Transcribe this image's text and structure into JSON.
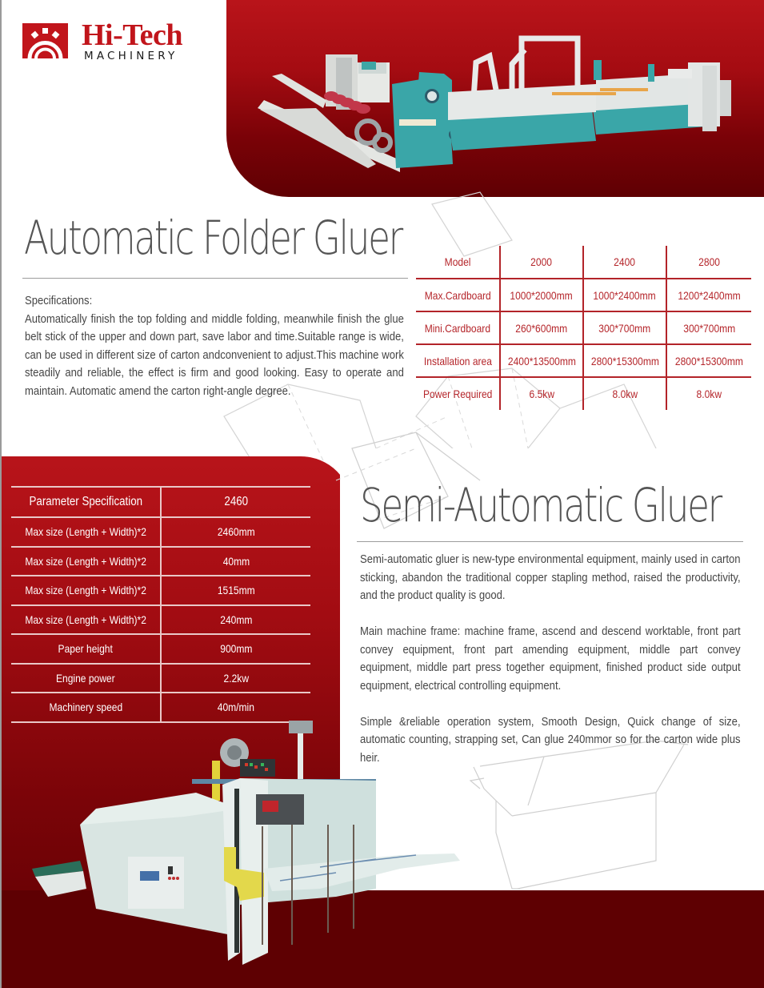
{
  "brand": {
    "name": "Hi-Tech",
    "tagline": "MACHINERY",
    "accent_color": "#c1151b",
    "dark_color": "#5e0002"
  },
  "automatic": {
    "title": "Automatic Folder Gluer",
    "specs_heading": "Specifications:",
    "specs_body": "Automatically finish the top folding and middle folding, meanwhile finish the glue belt stick of the upper and down part, save labor and time.Suitable range is wide, can be used in different size of carton andconvenient to adjust.This machine work steadily and reliable, the effect is firm and good looking. Easy to operate and maintain. Automatic amend the carton right-angle degree.",
    "table": {
      "header": [
        "Model",
        "2000",
        "2400",
        "2800"
      ],
      "rows": [
        [
          "Max.Cardboard",
          "1000*2000mm",
          "1000*2400mm",
          "1200*2400mm"
        ],
        [
          "Mini.Cardboard",
          "260*600mm",
          "300*700mm",
          "300*700mm"
        ],
        [
          "Installation area",
          "2400*13500mm",
          "2800*15300mm",
          "2800*15300mm"
        ],
        [
          "Power Required",
          "6.5kw",
          "8.0kw",
          "8.0kw"
        ]
      ]
    },
    "image_alt": "automatic-folder-gluer-machine-photo"
  },
  "semi": {
    "title": "Semi-Automatic Gluer",
    "paragraphs": [
      "Semi-automatic gluer is new-type environmental equipment, mainly used in carton sticking, abandon the traditional copper stapling method, raised the productivity, and the product quality is good.",
      "Main machine frame: machine frame, ascend and descend worktable, front part convey equipment, front part amending equipment, middle part convey equipment, middle part press together equipment, finished product side output equipment, electrical controlling equipment.",
      "Simple &reliable operation system, Smooth Design, Quick change of size, automatic counting, strapping set, Can glue 240mmor so for the carton wide plus heir."
    ],
    "table": {
      "header": [
        "Parameter Specification",
        "2460"
      ],
      "rows": [
        [
          "Max size (Length + Width)*2",
          "2460mm"
        ],
        [
          "Max size (Length + Width)*2",
          "40mm"
        ],
        [
          "Max size (Length + Width)*2",
          "1515mm"
        ],
        [
          "Max size (Length + Width)*2",
          "240mm"
        ],
        [
          "Paper height",
          "900mm"
        ],
        [
          "Engine power",
          "2.2kw"
        ],
        [
          "Machinery speed",
          "40m/min"
        ]
      ]
    },
    "image_alt": "semi-automatic-gluer-machine-photo"
  }
}
